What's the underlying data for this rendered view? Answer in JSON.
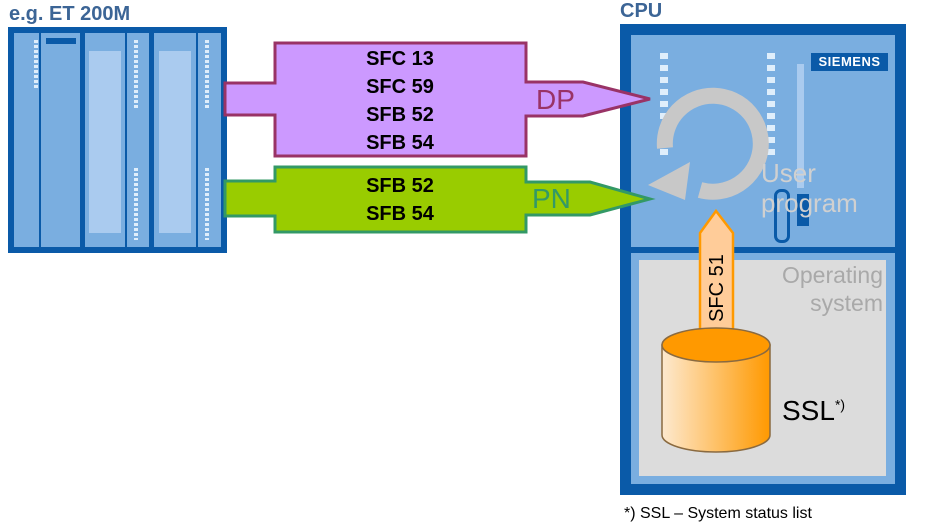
{
  "et200m": {
    "title": "e.g. ET 200M"
  },
  "cpu": {
    "title": "CPU",
    "brand": "SIEMENS",
    "user_program": [
      "User",
      "program"
    ],
    "operating_system": [
      "Operating",
      "system"
    ]
  },
  "dp_arrow": {
    "label": "DP",
    "items": [
      "SFC 13",
      "SFC 59",
      "SFB 52",
      "SFB 54"
    ],
    "fill": "#cc99ff",
    "stroke": "#993366"
  },
  "pn_arrow": {
    "label": "PN",
    "items": [
      "SFB 52",
      "SFB 54"
    ],
    "fill": "#99cc00",
    "stroke": "#339966"
  },
  "sfc51_arrow": {
    "label": "SFC 51"
  },
  "ssl": {
    "label": "SSL",
    "footnote_mark": "*)"
  },
  "footnote": "*) SSL – System status list",
  "colors": {
    "module_dark": "#0a5aa8",
    "module_light": "#7aaee0",
    "title_blue": "#3c6596",
    "os_gray": "#dcdcdc",
    "orange": "#ff9900"
  }
}
